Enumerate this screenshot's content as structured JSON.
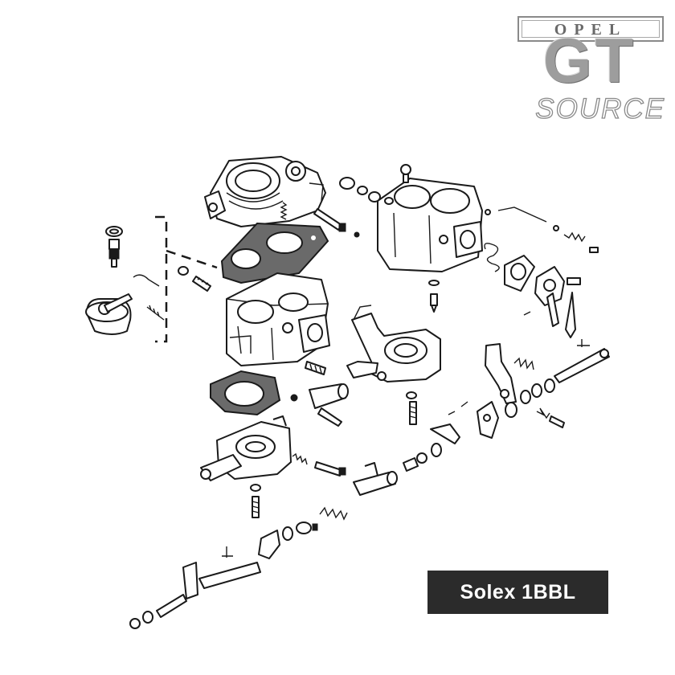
{
  "logo": {
    "brand": "OPEL",
    "model": "GT",
    "tagline": "SOURCE"
  },
  "label": {
    "text": "Solex 1BBL"
  },
  "colors": {
    "label_background": "#2b2b2b",
    "label_text": "#ffffff",
    "line_art": "#1a1a1a",
    "logo_grey": "#9d9d9d"
  }
}
